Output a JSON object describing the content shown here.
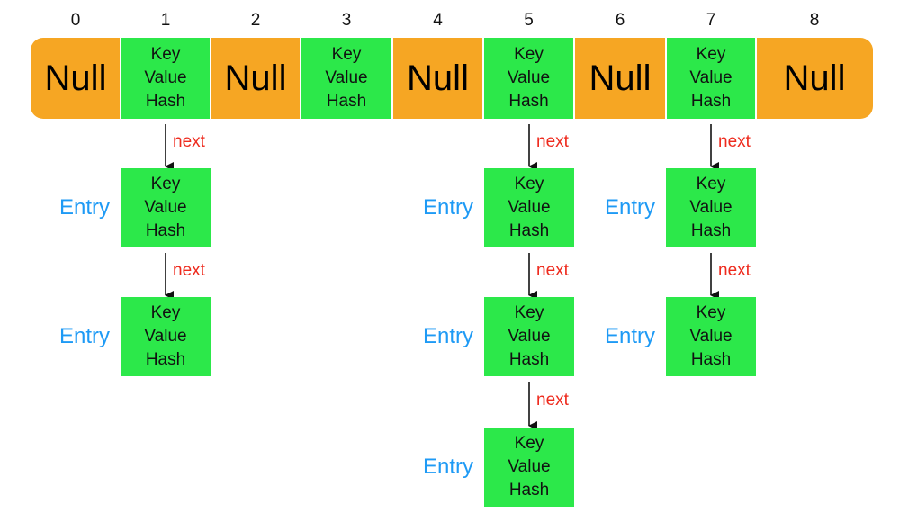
{
  "indices": [
    "0",
    "1",
    "2",
    "3",
    "4",
    "5",
    "6",
    "7",
    "8"
  ],
  "buckets": [
    {
      "type": "null",
      "label": "Null"
    },
    {
      "type": "entry",
      "lines": [
        "Key",
        "Value",
        "Hash"
      ]
    },
    {
      "type": "null",
      "label": "Null"
    },
    {
      "type": "entry",
      "lines": [
        "Key",
        "Value",
        "Hash"
      ]
    },
    {
      "type": "null",
      "label": "Null"
    },
    {
      "type": "entry",
      "lines": [
        "Key",
        "Value",
        "Hash"
      ]
    },
    {
      "type": "null",
      "label": "Null"
    },
    {
      "type": "entry",
      "lines": [
        "Key",
        "Value",
        "Hash"
      ]
    },
    {
      "type": "null",
      "label": "Null"
    }
  ],
  "entry_label": "Entry",
  "next_label": "next",
  "node_lines": [
    "Key",
    "Value",
    "Hash"
  ],
  "chains": [
    {
      "bucket": 1,
      "length": 2
    },
    {
      "bucket": 5,
      "length": 3
    },
    {
      "bucket": 7,
      "length": 2
    }
  ],
  "colors": {
    "bucket_bar": "#f6a623",
    "node": "#2ce84a",
    "entry_text": "#1e9af5",
    "next_text": "#ee2a1d",
    "arrow": "#111111"
  }
}
